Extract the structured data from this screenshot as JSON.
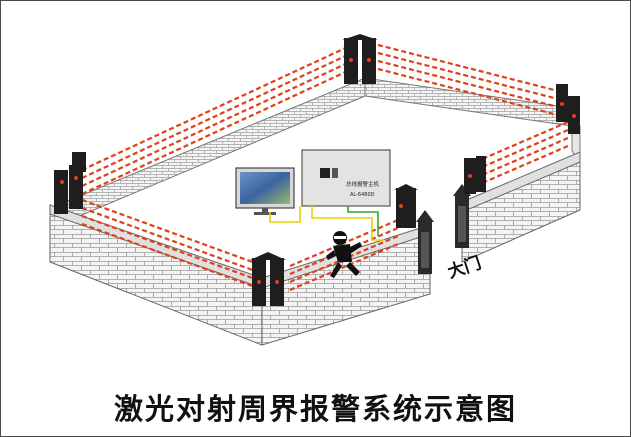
{
  "title": "激光对射周界报警系统示意图",
  "gate_label": "大门",
  "panel": {
    "title": "总线报警主机",
    "model": "AL-6480D"
  },
  "colors": {
    "laser": "#e0401a",
    "brick_fill": "#f4f4f4",
    "brick_line": "#9a9a9a",
    "detector": "#1e1e1e",
    "cable_yellow": "#e8d200",
    "cable_green": "#3aa33a"
  }
}
